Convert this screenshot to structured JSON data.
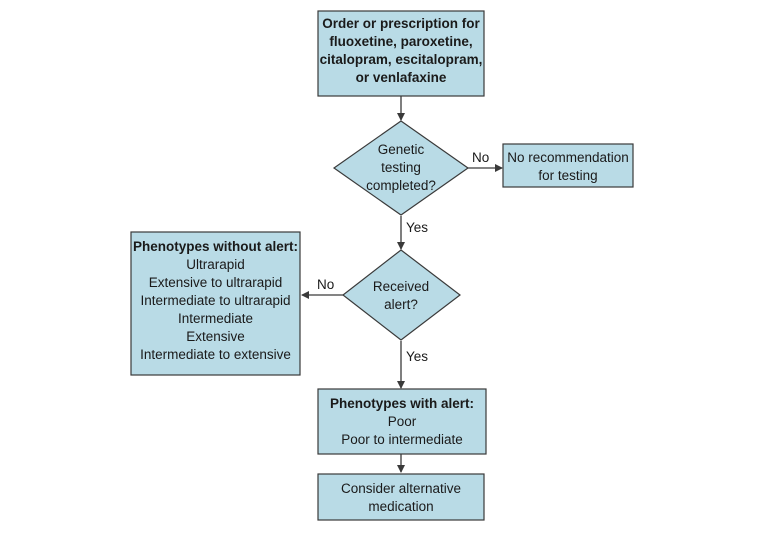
{
  "nodes": {
    "start": {
      "lines": [
        "Order or prescription for",
        "fluoxetine, paroxetine,",
        "citalopram, escitalopram,",
        "or venlafaxine"
      ]
    },
    "genetic": {
      "lines": [
        "Genetic",
        "testing",
        "completed?"
      ]
    },
    "no_rec": {
      "lines": [
        "No recommendation",
        "for testing"
      ]
    },
    "received": {
      "lines": [
        "Received",
        "alert?"
      ]
    },
    "without_alert": {
      "title": "Phenotypes without alert:",
      "lines": [
        "Ultrarapid",
        "Extensive to ultrarapid",
        "Intermediate to ultrarapid",
        "Intermediate",
        "Extensive",
        "Intermediate to extensive"
      ]
    },
    "with_alert": {
      "title": "Phenotypes with alert:",
      "lines": [
        "Poor",
        "Poor to intermediate"
      ]
    },
    "consider": {
      "lines": [
        "Consider alternative",
        "medication"
      ]
    }
  },
  "edges": {
    "genetic_no": "No",
    "genetic_yes": "Yes",
    "received_no": "No",
    "received_yes": "Yes"
  },
  "colors": {
    "fill": "#b9dbe6",
    "stroke": "#3a3a3a"
  }
}
